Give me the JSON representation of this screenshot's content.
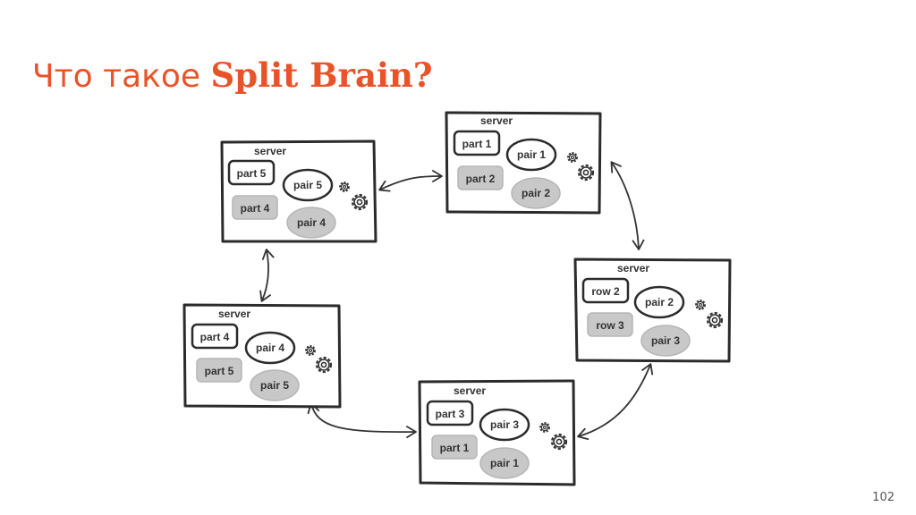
{
  "title": {
    "prefix": "Что такое",
    "highlight": "Split Brain?"
  },
  "page_number": "102",
  "colors": {
    "accent": "#e8542a",
    "box_stroke": "#2b2b2b",
    "gray_fill": "#c8c8c8"
  },
  "servers": [
    {
      "label": "server",
      "primary_part": "part 5",
      "primary_pair": "pair 5",
      "secondary_part": "part 4",
      "secondary_pair": "pair 4"
    },
    {
      "label": "server",
      "primary_part": "part 1",
      "primary_pair": "pair 1",
      "secondary_part": "part 2",
      "secondary_pair": "pair 2"
    },
    {
      "label": "server",
      "primary_part": "row 2",
      "primary_pair": "pair 2",
      "secondary_part": "row 3",
      "secondary_pair": "pair 3"
    },
    {
      "label": "server",
      "primary_part": "part 3",
      "primary_pair": "pair 3",
      "secondary_part": "part 1",
      "secondary_pair": "pair 1"
    },
    {
      "label": "server",
      "primary_part": "part 4",
      "primary_pair": "pair 4",
      "secondary_part": "part 5",
      "secondary_pair": "pair 5"
    }
  ]
}
